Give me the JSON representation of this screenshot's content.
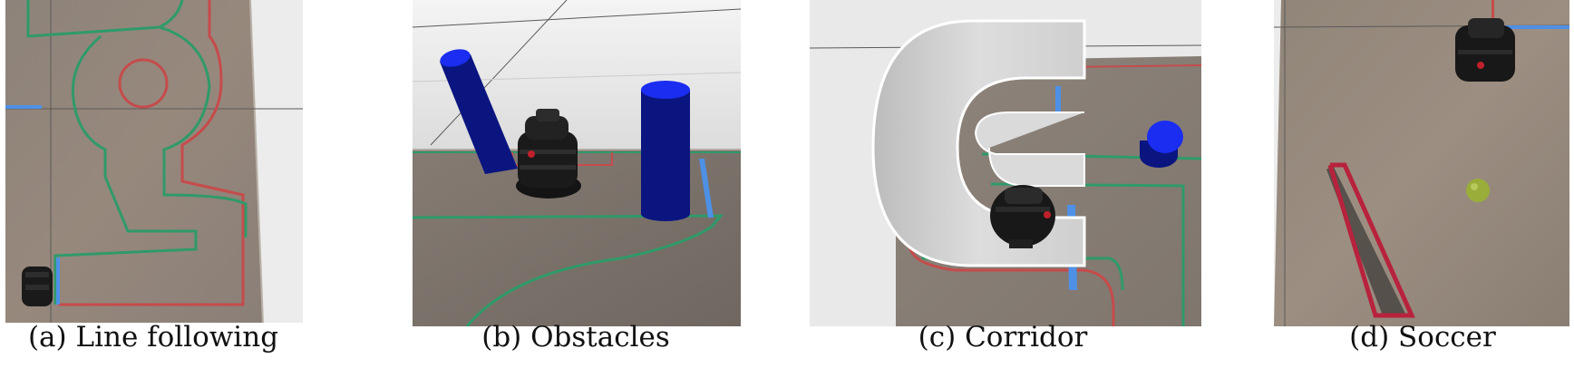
{
  "figure": {
    "panels": [
      {
        "id": "a",
        "caption": "(a) Line following"
      },
      {
        "id": "b",
        "caption": "(b) Obstacles"
      },
      {
        "id": "c",
        "caption": "(c) Corridor"
      },
      {
        "id": "d",
        "caption": "(d) Soccer"
      }
    ]
  },
  "colors": {
    "floor": "#8b8178",
    "wall": "#e4e4e4",
    "line_red": "#c64b4b",
    "line_green": "#2f9a6a",
    "tape_blue": "#4e90e6",
    "obstacle_blue": "#0a1580",
    "obstacle_top": "#1a2df0",
    "robot": "#1a1a1a",
    "goal_red": "#b8223c",
    "ball": "#9aad3a"
  }
}
